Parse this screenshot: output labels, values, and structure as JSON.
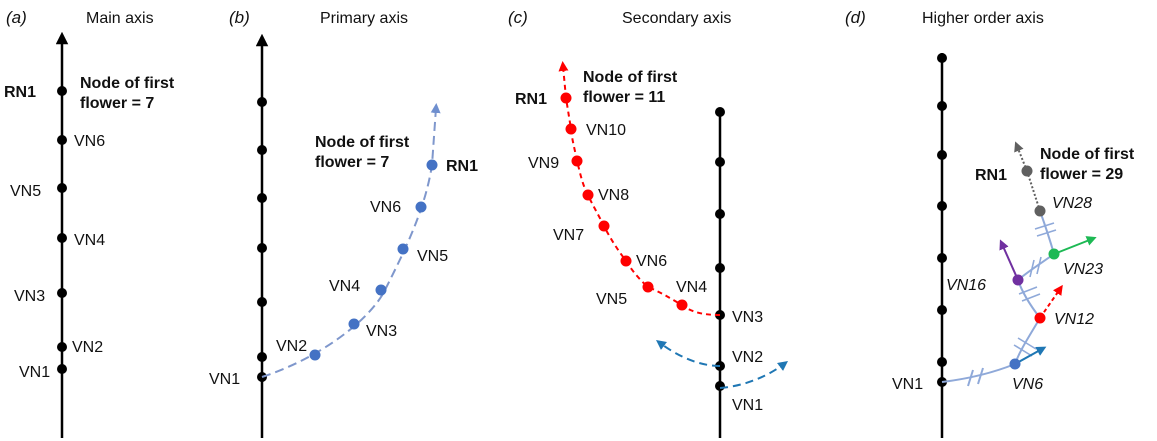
{
  "colors": {
    "black": "#000000",
    "primary_blue": "#4472C4",
    "primary_dash": "#7F97CC",
    "secondary_red": "#FF0000",
    "arrow_blue": "#1F77B4",
    "green": "#1DB954",
    "purple": "#7030A0",
    "gray": "#606060",
    "bracket": "#8FA9D9"
  },
  "panels": [
    {
      "letter": "(a)",
      "title": "Main axis",
      "annotation": [
        "Node of first",
        "flower = 7"
      ],
      "rn_label": "RN1",
      "nodes": [
        "VN1",
        "VN2",
        "VN3",
        "VN4",
        "VN5",
        "VN6"
      ]
    },
    {
      "letter": "(b)",
      "title": "Primary axis",
      "annotation": [
        "Node of first",
        "flower = 7"
      ],
      "rn_label": "RN1",
      "base_label": "VN1",
      "nodes": [
        "VN2",
        "VN3",
        "VN4",
        "VN5",
        "VN6"
      ]
    },
    {
      "letter": "(c)",
      "title": "Secondary axis",
      "annotation": [
        "Node of first",
        "flower = 11"
      ],
      "rn_label": "RN1",
      "main_nodes": [
        "VN1",
        "VN2",
        "VN3"
      ],
      "branch_nodes": [
        "VN4",
        "VN5",
        "VN6",
        "VN7",
        "VN8",
        "VN9",
        "VN10"
      ]
    },
    {
      "letter": "(d)",
      "title": "Higher order axis",
      "annotation": [
        "Node of first",
        "flower = 29"
      ],
      "rn_label": "RN1",
      "base_label": "VN1",
      "nodes": [
        "VN6",
        "VN12",
        "VN16",
        "VN23",
        "VN28"
      ]
    }
  ]
}
